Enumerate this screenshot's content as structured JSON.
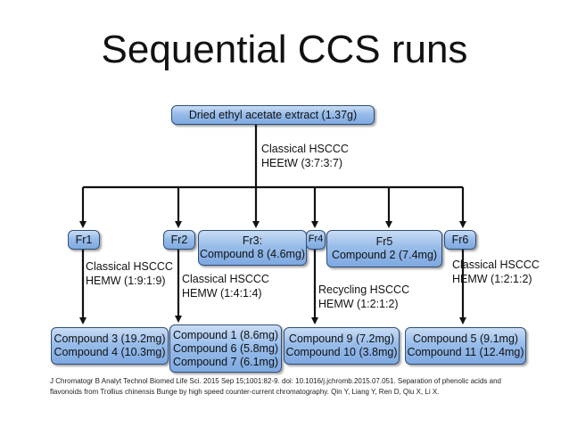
{
  "title": "Sequential CCS runs",
  "root": {
    "label": "Dried ethyl acetate extract (1.37g)"
  },
  "root_method": [
    "Classical HSCCC",
    "HEEtW (3:7:3:7)"
  ],
  "fractions": {
    "fr1": "Fr1",
    "fr2": "Fr2",
    "fr3": [
      "Fr3:",
      "Compound 8 (4.6mg)"
    ],
    "fr4": "Fr4",
    "fr5": [
      "Fr5",
      "Compound 2 (7.4mg)"
    ],
    "fr6": "Fr6"
  },
  "methods": {
    "fr1": [
      "Classical HSCCC",
      "HEMW (1:9:1:9)"
    ],
    "fr2": [
      "Classical HSCCC",
      "HEMW (1:4:1:4)"
    ],
    "fr4": [
      "Recycling HSCCC",
      "HEMW (1:2:1:2)"
    ],
    "fr6": [
      "Classical HSCCC",
      "HEMW (1:2:1:2)"
    ]
  },
  "results": {
    "fr1": [
      "Compound 3 (19.2mg)",
      "Compound 4 (10.3mg)"
    ],
    "fr2": [
      "Compound 1 (8.6mg)",
      "Compound 6 (5.8mg)",
      "Compound 7 (6.1mg)"
    ],
    "fr4": [
      "Compound 9 (7.2mg)",
      "Compound 10 (3.8mg)"
    ],
    "fr6": [
      "Compound 5 (9.1mg)",
      "Compound 11 (12.4mg)"
    ]
  },
  "citation": [
    "J Chromatogr B Analyt Technol Biomed Life Sci. 2015 Sep 15;1001:82-9. doi: 10.1016/j.jchromb.2015.07.051. Separation of phenolic acids and",
    "flavonoids from Trollius chinensis Bunge by high speed counter-current chromatography. Qin Y, Liang Y, Ren D, Qiu X, Li X."
  ]
}
